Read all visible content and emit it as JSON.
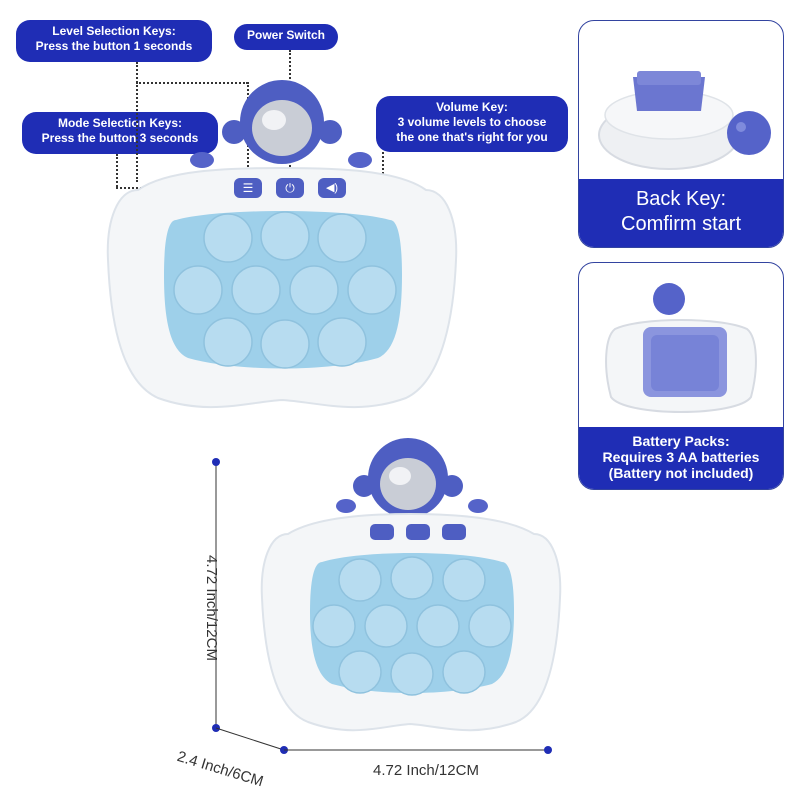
{
  "callouts": {
    "level_keys": {
      "line1": "Level Selection Keys:",
      "line2": "Press the button 1 seconds"
    },
    "power_switch": {
      "label": "Power Switch"
    },
    "mode_keys": {
      "line1": "Mode Selection Keys:",
      "line2": "Press the button 3 seconds"
    },
    "volume_key": {
      "line1": "Volume Key:",
      "line2": "3 volume levels to choose",
      "line3": "the one that's right for you"
    }
  },
  "panels": {
    "back_key": {
      "line1": "Back Key:",
      "line2": "Comfirm start"
    },
    "battery": {
      "line1": "Battery Packs:",
      "line2": "Requires 3 AA batteries",
      "line3": "(Battery not included)"
    }
  },
  "dimensions": {
    "height": "4.72 Inch/12CM",
    "depth": "2.4 Inch/6CM",
    "width": "4.72 Inch/12CM"
  },
  "colors": {
    "brand_blue": "#1f2db5",
    "bubble_blue": "#a9d3ea",
    "body_white": "#f4f6f8",
    "accent_purple": "#5563c9"
  },
  "icons": {
    "menu": "list-icon",
    "power": "power-icon",
    "volume": "speaker-icon"
  }
}
